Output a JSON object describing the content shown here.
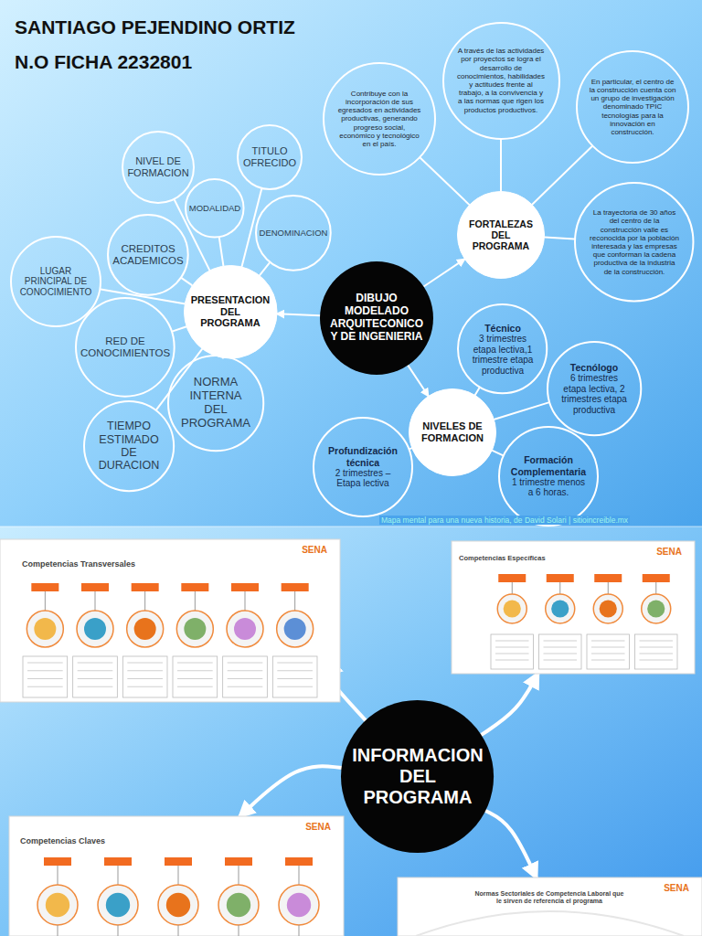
{
  "diagram": {
    "title": "SANTIAGO PEJENDINO ORTIZ",
    "nodes": [
      {
        "text": [
          "DIBUJO MODELADO ARQUITECONICO Y DE INGENIERIA"
        ]
      },
      {
        "text": [
          "PRESENTACION DEL PROGRAMA"
        ]
      },
      {
        "text": [
          "NIVEL DE FORMACION"
        ]
      },
      {
        "text": [
          "MODALIDAD"
        ]
      },
      {
        "text": [
          "TITULO OFRECIDO"
        ]
      },
      {
        "text": [
          "DENOMINACION"
        ]
      },
      {
        "text": [
          "CREDITOS ACADEMICOS"
        ]
      },
      {
        "text": [
          "LUGAR PRINCIPAL DE CONOCIMIENTO"
        ]
      },
      {
        "text": [
          "RED DE CONOCIMIENTOS"
        ]
      },
      {
        "text": [
          "NORMA INTERNA DEL PROGRAMA"
        ]
      },
      {
        "text": [
          "TIEMPO ESTIMADO DE DURACION"
        ]
      },
      {
        "text": [
          "FORTALEZAS DEL PROGRAMA"
        ]
      },
      {
        "text": [
          "Contribuye con la incorporación de sus egresados en actividades productivas, generando progreso social, económico y tecnológico en el país."
        ]
      },
      {
        "text": [
          "A través de las actividades por proyectos se logra el desarrollo de conocimientos, habilidades y actitudes frente al trabajo, a la convivencia y a las normas que rigen los productos productivos."
        ]
      },
      {
        "text": [
          "En particular, el centro de la construcción cuenta con un grupo de investigación denominado TPIC tecnologías para la innovación en construcción."
        ]
      },
      {
        "text": [
          "La trayectoria de 30 años del centro de la construcción valle es reconocida por la población interesada y las empresas que conforman la cadena productiva de la industria de la construcción."
        ]
      },
      {
        "text": [
          "NIVELES DE FORMACION"
        ]
      },
      {
        "text": [
          "Técnico",
          "3 trimestres etapa lectiva,1 trimestre etapa productiva"
        ]
      },
      {
        "text": [
          "Tecnólogo",
          "6 trimestres etapa lectiva, 2 trimestres etapa productiva"
        ]
      },
      {
        "text": [
          "Profundización técnica",
          "2 trimestres – Etapa lectiva"
        ]
      },
      {
        "text": [
          "Formación Complementaria",
          "1 trimestre menos a 6 horas."
        ]
      },
      {
        "text": [
          "INFORMACION DEL PROGRAMA"
        ]
      },
      {
        "text": [
          "Competencias Transversales",
          "SENA"
        ]
      },
      {
        "text": [
          "Competencias Específicas",
          "SENA"
        ]
      },
      {
        "text": [
          "Competencias Claves",
          "SENA"
        ]
      },
      {
        "text": [
          "Normas Sectoriales de Competencia Laboral que le sirven de referencia el programa",
          "SENA"
        ]
      }
    ],
    "edges": [
      {
        "from": 0,
        "to": 1,
        "arrow": "to"
      },
      {
        "from": 0,
        "to": 11,
        "arrow": "to"
      },
      {
        "from": 0,
        "to": 16,
        "arrow": "to"
      },
      {
        "from": 1,
        "to": 2,
        "arrow": "none"
      },
      {
        "from": 1,
        "to": 3,
        "arrow": "none"
      },
      {
        "from": 1,
        "to": 4,
        "arrow": "none"
      },
      {
        "from": 1,
        "to": 5,
        "arrow": "none"
      },
      {
        "from": 1,
        "to": 6,
        "arrow": "none"
      },
      {
        "from": 1,
        "to": 7,
        "arrow": "none"
      },
      {
        "from": 1,
        "to": 8,
        "arrow": "none"
      },
      {
        "from": 1,
        "to": 9,
        "arrow": "none"
      },
      {
        "from": 1,
        "to": 10,
        "arrow": "none"
      },
      {
        "from": 11,
        "to": 12,
        "arrow": "none"
      },
      {
        "from": 11,
        "to": 13,
        "arrow": "none"
      },
      {
        "from": 11,
        "to": 14,
        "arrow": "none"
      },
      {
        "from": 11,
        "to": 15,
        "arrow": "none"
      },
      {
        "from": 16,
        "to": 17,
        "arrow": "none"
      },
      {
        "from": 16,
        "to": 18,
        "arrow": "none"
      },
      {
        "from": 16,
        "to": 19,
        "arrow": "none"
      },
      {
        "from": 16,
        "to": 20,
        "arrow": "none"
      },
      {
        "from": 21,
        "to": 22,
        "arrow": "to"
      },
      {
        "from": 21,
        "to": 23,
        "arrow": "to"
      },
      {
        "from": 21,
        "to": 24,
        "arrow": "to"
      },
      {
        "from": 21,
        "to": 25,
        "arrow": "to"
      }
    ],
    "labels": [
      "N.O FICHA 2232801",
      "Mapa mental para una nueva historia, de David Solari | sitioincreible.mx"
    ]
  }
}
